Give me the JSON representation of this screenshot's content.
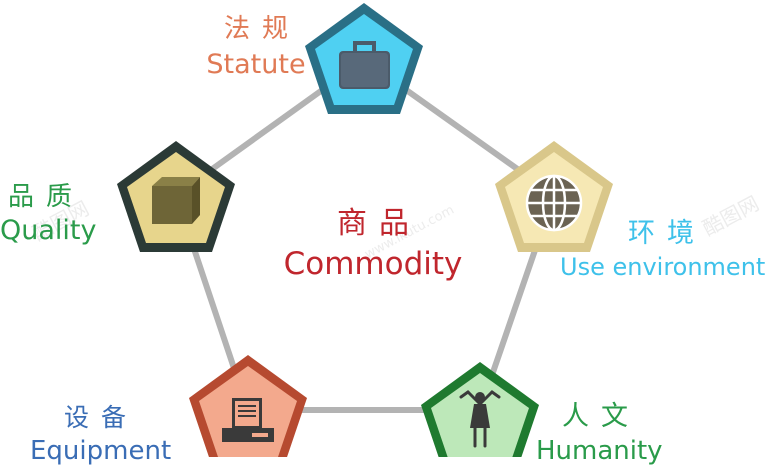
{
  "center": {
    "cn": "商品",
    "en": "Commodity",
    "color": "#c0262d"
  },
  "nodes": {
    "statute": {
      "cn": "法规",
      "en": "Statute",
      "color": "#e07a55",
      "icon": "briefcase-icon"
    },
    "quality": {
      "cn": "品质",
      "en": "Quality",
      "color": "#2a9b4a",
      "icon": "cube-icon"
    },
    "environment": {
      "cn": "环境",
      "en": "Use environment",
      "color": "#3ec1ea",
      "icon": "globe-icon"
    },
    "equipment": {
      "cn": "设备",
      "en": "Equipment",
      "color": "#3a6db5",
      "icon": "printer-icon"
    },
    "humanity": {
      "cn": "人文",
      "en": "Humanity",
      "color": "#2a9b4a",
      "icon": "person-icon"
    }
  },
  "watermark": {
    "cn": "酷图网",
    "url": "www.ikutu.com"
  }
}
